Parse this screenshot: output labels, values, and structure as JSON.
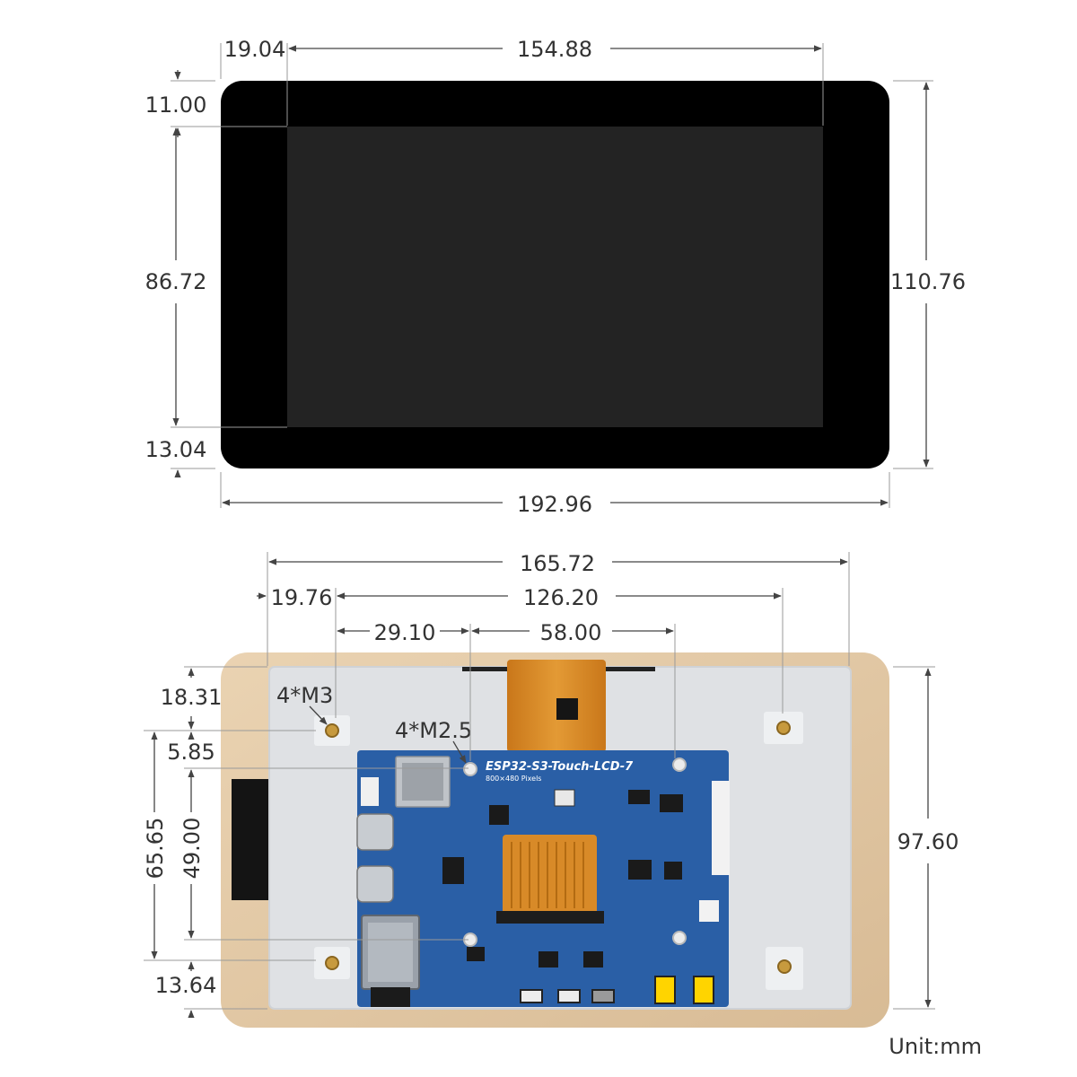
{
  "top_view": {
    "dims": {
      "bezel_left": "19.04",
      "active_width": "154.88",
      "bezel_top": "11.00",
      "active_height": "86.72",
      "overall_height": "110.76",
      "bezel_bottom": "13.04",
      "overall_width": "192.96"
    }
  },
  "bottom_view": {
    "dims": {
      "mount_width": "165.72",
      "m3_offset": "19.76",
      "m3_spacing": "126.20",
      "m25_offset": "29.10",
      "m25_spacing": "58.00",
      "top_margin": "18.31",
      "m25_top": "5.85",
      "m3_spacing_v": "65.65",
      "m25_spacing_v": "49.00",
      "bottom_margin": "13.64",
      "overall_height": "97.60"
    },
    "labels": {
      "m3_holes": "4*M3",
      "m25_holes": "4*M2.5",
      "board_name": "ESP32-S3-Touch-LCD-7",
      "board_resolution": "800×480 Pixels"
    }
  },
  "unit_label": "Unit:mm",
  "colors": {
    "lcd_black": "#000000",
    "lcd_screen": "#232323",
    "backplate": "#e3c9a6",
    "panel_back": "#dfe1e4",
    "pcb_blue": "#2a5fa6",
    "fpc_orange": "#d9891f"
  }
}
